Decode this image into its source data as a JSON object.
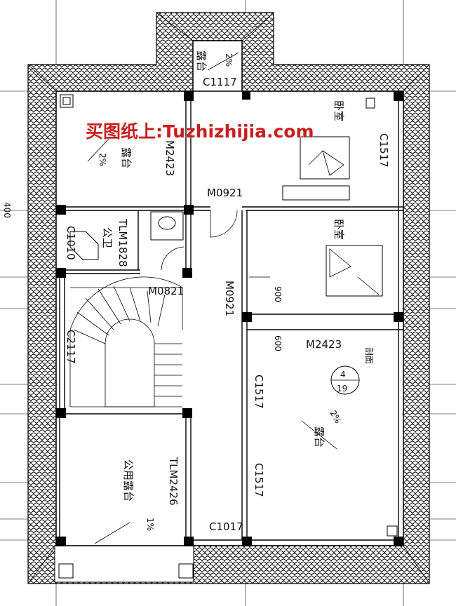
{
  "watermark": "买图纸上:Tuzhizhijia.com",
  "rooms": {
    "top_terrace": {
      "name": "露台",
      "slope": "2%",
      "window": "C1117"
    },
    "nw_terrace": {
      "name": "露台",
      "slope": "2%",
      "door": "M2423"
    },
    "bedroom_1": {
      "name": "卧室",
      "window": "C1517"
    },
    "bedroom_2": {
      "name": "卧室"
    },
    "toilet": {
      "name": "公卫",
      "window": "C1010",
      "door": "TLM1828"
    },
    "stair": {
      "window": "C2117"
    },
    "south_terrace": {
      "name": "公用露台",
      "slope": "1%",
      "door": "TLM2426",
      "window": "C1017"
    },
    "east_terrace": {
      "name": "露台",
      "slope": "2%"
    }
  },
  "doors": {
    "d1": "M0921",
    "d2": "M0921",
    "d3": "M0821",
    "d4": "M2423"
  },
  "windows": {
    "w1": "C1517",
    "w2": "C1517"
  },
  "dims": {
    "d900": "900",
    "d600": "600",
    "left_edge": "400"
  },
  "section_marker": {
    "label": "剖面",
    "number": "4",
    "sheet": "19"
  },
  "colors": {
    "line": "#000000",
    "watermark": "#c81e1e",
    "background": "#ffffff"
  }
}
